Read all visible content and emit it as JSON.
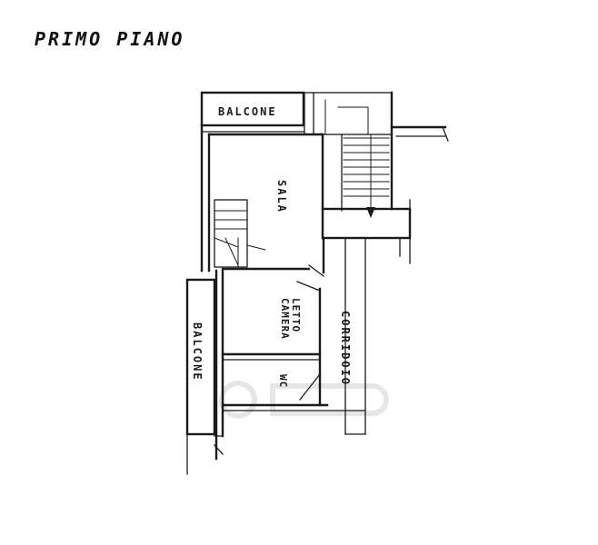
{
  "title": "PRIMO PIANO",
  "rooms": {
    "balcone_top": "BALCONE",
    "sala": "SALA",
    "camera": "CAMERA",
    "letto": "LETTO",
    "corridoio": "CORRIDOIO",
    "wc": "WC",
    "balcone_left": "BALCONE"
  }
}
